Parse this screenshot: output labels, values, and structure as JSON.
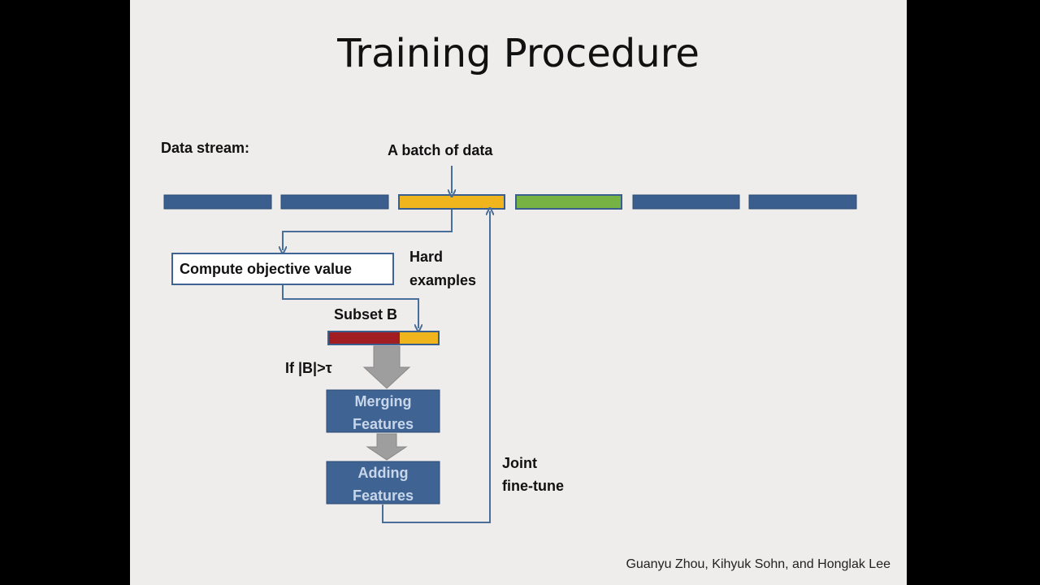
{
  "slide": {
    "title": "Training Procedure",
    "data_stream_label": "Data stream:",
    "batch_label": "A batch of data",
    "compute_box_label": "Compute objective value",
    "hard_examples_line1": "Hard",
    "hard_examples_line2": "examples",
    "subset_label": "Subset B",
    "condition_label": "If |B|>τ",
    "merging_line1": "Merging",
    "merging_line2": "Features",
    "adding_line1": "Adding",
    "adding_line2": "Features",
    "joint_line1": "Joint",
    "joint_line2": "fine-tune",
    "credit": "Guanyu Zhou, Kihyuk Sohn, and Honglak Lee"
  },
  "colors": {
    "stream_blue": "#3a5f8f",
    "batch_orange": "#f0b41c",
    "next_green": "#77b244",
    "subset_red": "#a11d22",
    "box_blue": "#3f6494",
    "arrow_gray": "#9e9e9e",
    "line_blue": "#4a6e9a"
  }
}
